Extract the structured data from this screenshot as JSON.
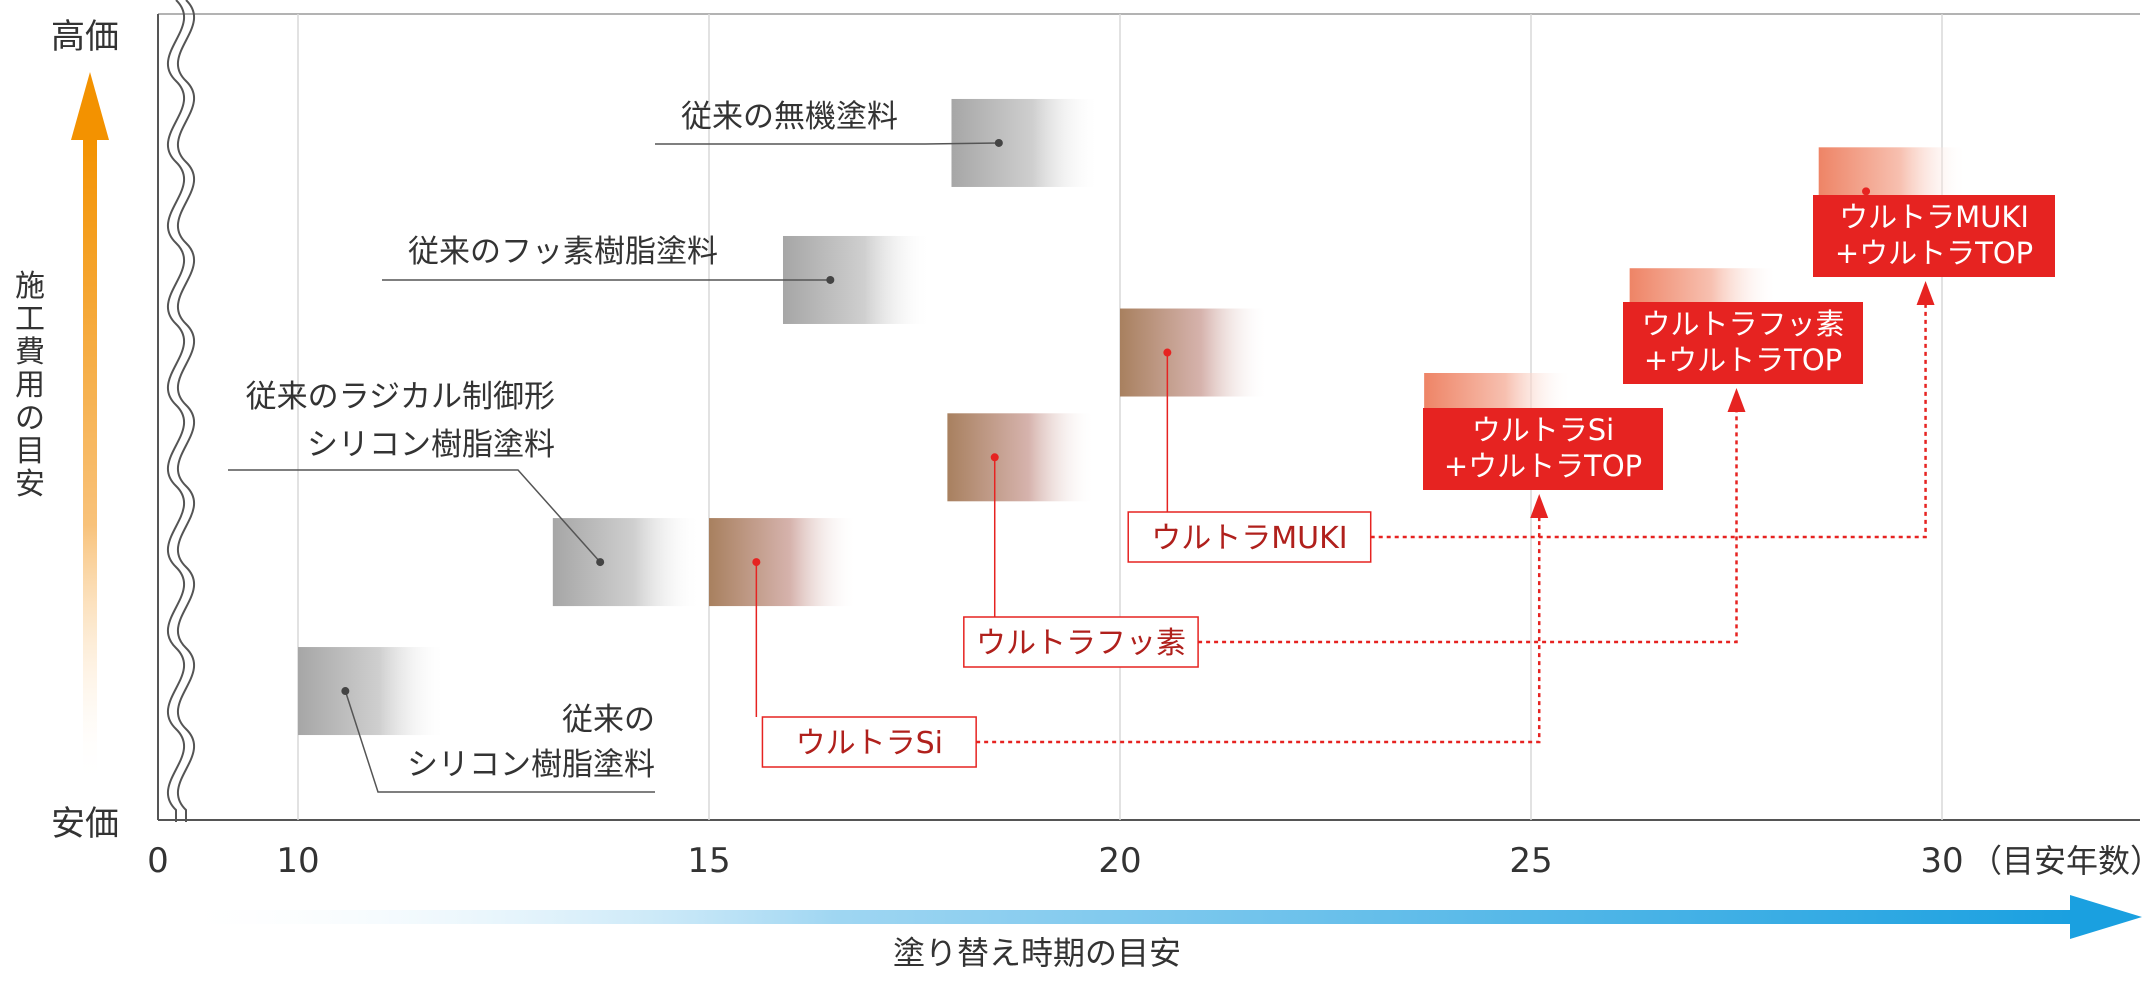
{
  "chart_data": {
    "type": "bar",
    "y_axis": {
      "label": "施工費用の目安",
      "top_label": "高価",
      "bottom_label": "安価"
    },
    "x_axis": {
      "label": "塗り替え時期の目安",
      "ticks": [
        "0",
        "10",
        "15",
        "20",
        "25",
        "30"
      ],
      "tick_values": [
        0,
        10,
        15,
        20,
        25,
        30
      ],
      "last_tick_suffix": "（目安年数）",
      "range": [
        8.3,
        32.5
      ]
    },
    "conventional": [
      {
        "name_lines": [
          "従来の",
          "シリコン樹脂塗料"
        ],
        "x": 10,
        "width": 1.8,
        "cost_level": 0.16
      },
      {
        "name_lines": [
          "従来のラジカル制御形",
          "シリコン樹脂塗料"
        ],
        "x": 13.1,
        "width": 1.8,
        "cost_level": 0.32
      },
      {
        "name_lines": [
          "従来のフッ素樹脂塗料"
        ],
        "x": 15.9,
        "width": 1.8,
        "cost_level": 0.67
      },
      {
        "name_lines": [
          "従来の無機塗料"
        ],
        "x": 17.95,
        "width": 1.8,
        "cost_level": 0.84
      }
    ],
    "ultra_single": [
      {
        "name": "ウルトラSi",
        "x": 15.0,
        "width": 1.8,
        "cost_level": 0.32,
        "label_x_range": [
          15.65,
          18.25
        ]
      },
      {
        "name": "ウルトラフッ素",
        "x": 17.9,
        "width": 1.8,
        "cost_level": 0.45,
        "label_x_range": [
          18.1,
          20.95
        ]
      },
      {
        "name": "ウルトラMUKI",
        "x": 20.0,
        "width": 1.8,
        "cost_level": 0.58,
        "label_x_range": [
          20.1,
          23.05
        ]
      }
    ],
    "ultra_combo": [
      {
        "name_lines": [
          "ウルトラSi",
          "+ウルトラTOP"
        ],
        "x": 23.7,
        "width": 1.8,
        "cost_level": 0.5,
        "year": 25.1
      },
      {
        "name_lines": [
          "ウルトラフッ素",
          "+ウルトラTOP"
        ],
        "x": 26.2,
        "width": 1.8,
        "cost_level": 0.63,
        "year": 27.5
      },
      {
        "name_lines": [
          "ウルトラMUKI",
          "+ウルトラTOP"
        ],
        "x": 28.5,
        "width": 1.8,
        "cost_level": 0.78,
        "year": 29.8
      }
    ],
    "colors": {
      "gray": "#a8a8a8",
      "brown": "#a8805f",
      "salmon": "#ee8466",
      "red": "#e62321",
      "dark_red": "#b0201c",
      "orange": "#f39200",
      "blue": "#1aa0e0",
      "axis": "#555555",
      "grid": "#d8d8d8",
      "text": "#333333"
    },
    "grid": true
  }
}
